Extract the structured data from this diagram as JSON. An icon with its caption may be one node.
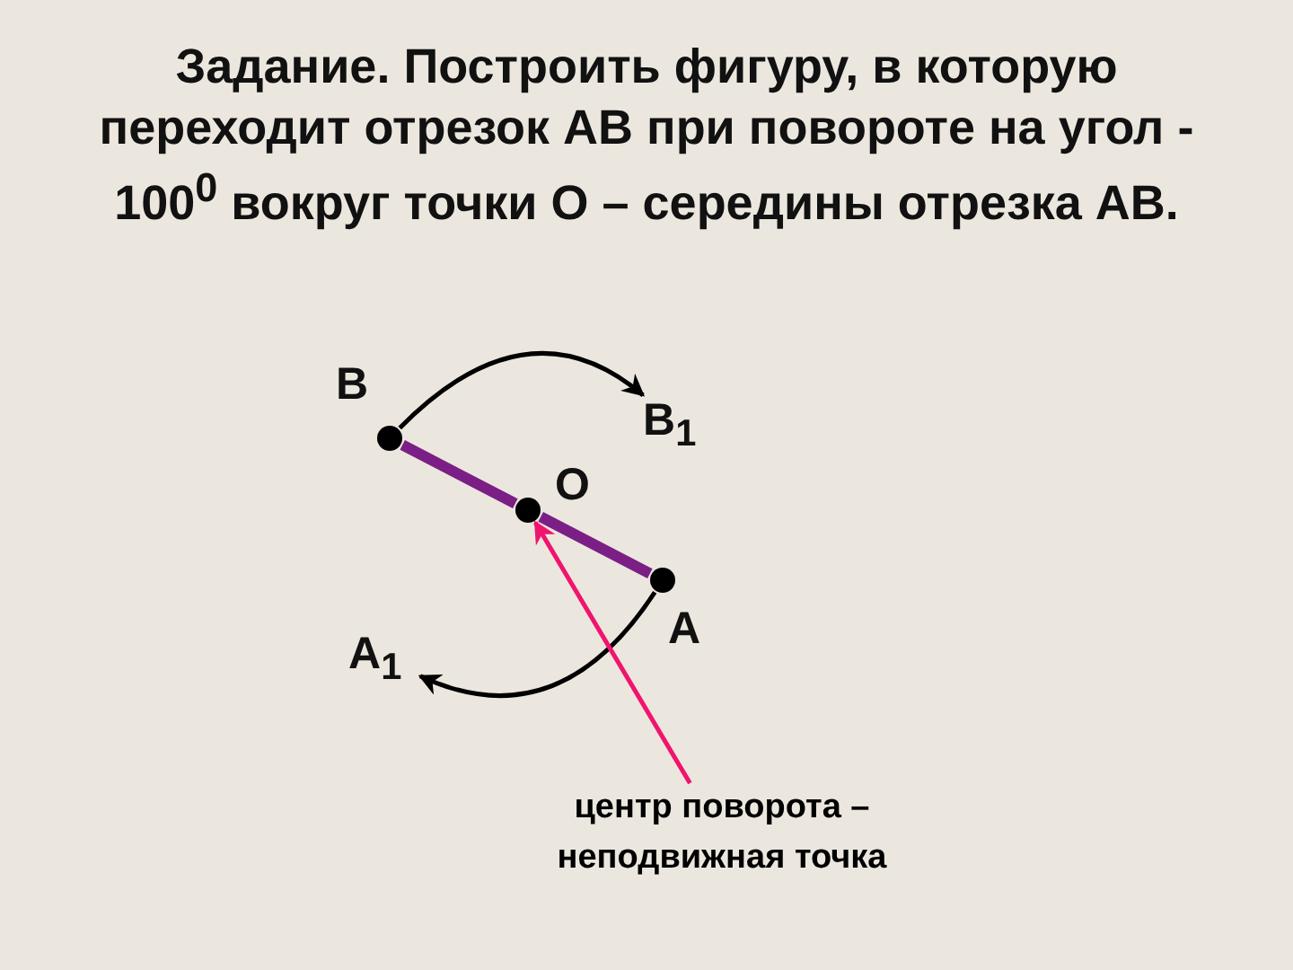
{
  "diagram": {
    "title": "Задание. Построить фигуру, в которую переходит отрезок АВ при повороте на угол - 100$^{0}$ вокруг точки О – середины отрезка АВ.",
    "nodes": [
      {
        "text": [
          "B"
        ]
      },
      {
        "text": [
          "B$_{1}$"
        ]
      },
      {
        "text": [
          "O"
        ]
      },
      {
        "text": [
          "A"
        ]
      },
      {
        "text": [
          "A$_{1}$"
        ]
      },
      {
        "text": [
          "центр поворота – неподвижная точка"
        ]
      }
    ],
    "edges": [
      {
        "from": 0,
        "to": 1,
        "arrow": "to"
      },
      {
        "from": 3,
        "to": 4,
        "arrow": "to"
      },
      {
        "from": 0,
        "to": 2,
        "arrow": "none",
        "style": "thick",
        "color": "#7b1f86"
      },
      {
        "from": 2,
        "to": 3,
        "arrow": "none",
        "style": "thick",
        "color": "#7b1f86"
      },
      {
        "from": 5,
        "to": 2,
        "arrow": "to",
        "color": "#f0146e"
      }
    ]
  }
}
